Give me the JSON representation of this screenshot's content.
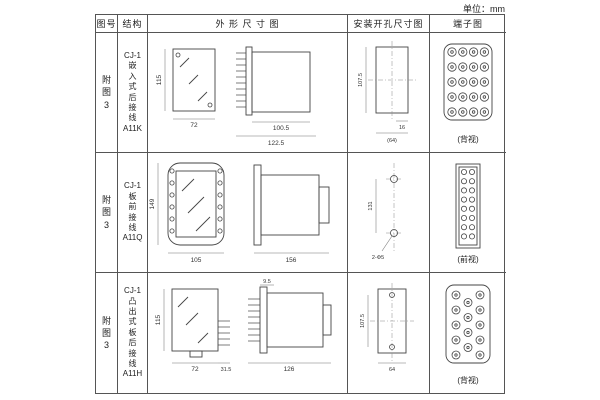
{
  "page": {
    "unit_label": "单位：mm"
  },
  "headers": {
    "fig": "图号",
    "structure": "结构",
    "outline": "外 形 尺 寸 图",
    "mounting": "安装开孔尺寸图",
    "terminal": "端子图"
  },
  "rows": [
    {
      "fig": "附\n图\n3",
      "structure": "CJ-1\n嵌\n入\n式\n后\n接\n线\nA11K",
      "outline": {
        "h": "115",
        "w": "72",
        "body": "100.5",
        "total": "122.5"
      },
      "mounting": {
        "v": "107.5",
        "w_small": "16",
        "w_total": "(64)"
      },
      "terminal": {
        "caption": "(背视)"
      }
    },
    {
      "fig": "附\n图\n3",
      "structure": "CJ-1\n板\n前\n接\n线\nA11Q",
      "outline": {
        "h": "149",
        "w": "105",
        "body": "156"
      },
      "mounting": {
        "v": "131",
        "holes": "2-Φ5"
      },
      "terminal": {
        "caption": "(前视)"
      }
    },
    {
      "fig": "附\n图\n3",
      "structure": "CJ-1\n凸\n出\n式\n板\n后\n接\n线\nA11H",
      "outline": {
        "h": "115",
        "w": "72",
        "w2": "31.5",
        "top": "9.5",
        "total": "126"
      },
      "mounting": {
        "v": "107.5",
        "w": "64"
      },
      "terminal": {
        "caption": "(背视)"
      }
    }
  ]
}
